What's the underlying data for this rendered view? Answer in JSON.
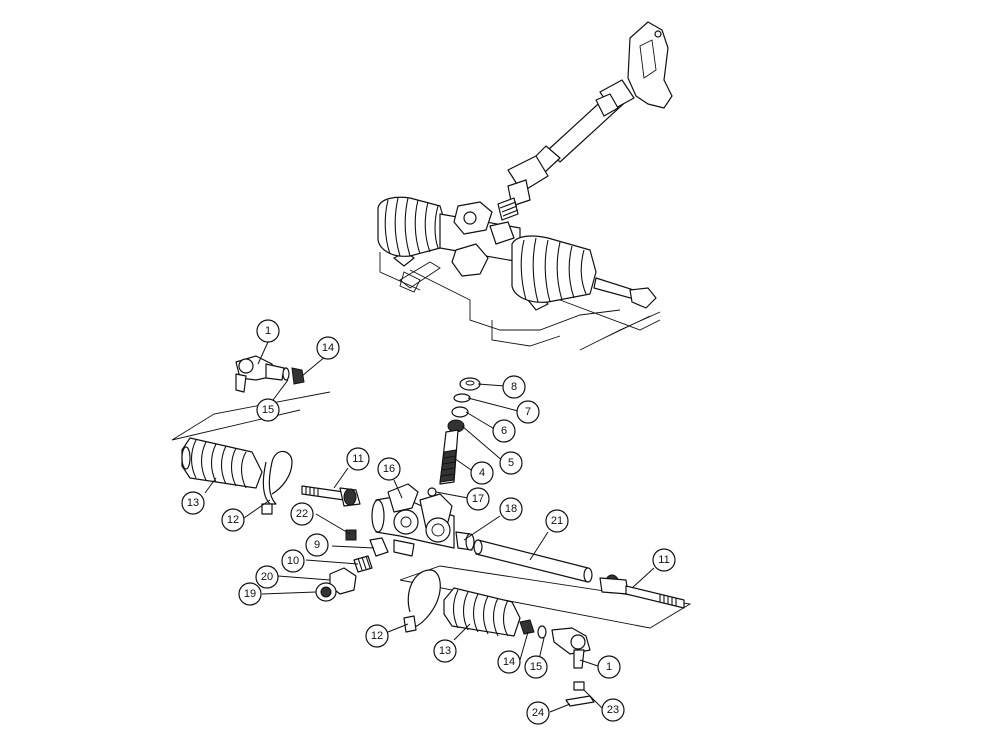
{
  "callouts": [
    {
      "id": "c1a",
      "label": "1"
    },
    {
      "id": "c14a",
      "label": "14"
    },
    {
      "id": "c15a",
      "label": "15"
    },
    {
      "id": "c8",
      "label": "8"
    },
    {
      "id": "c7",
      "label": "7"
    },
    {
      "id": "c6",
      "label": "6"
    },
    {
      "id": "c5",
      "label": "5"
    },
    {
      "id": "c4",
      "label": "4"
    },
    {
      "id": "c17",
      "label": "17"
    },
    {
      "id": "c13a",
      "label": "13"
    },
    {
      "id": "c12a",
      "label": "12"
    },
    {
      "id": "c11a",
      "label": "11"
    },
    {
      "id": "c16",
      "label": "16"
    },
    {
      "id": "c18",
      "label": "18"
    },
    {
      "id": "c22",
      "label": "22"
    },
    {
      "id": "c9",
      "label": "9"
    },
    {
      "id": "c10",
      "label": "10"
    },
    {
      "id": "c20",
      "label": "20"
    },
    {
      "id": "c19",
      "label": "19"
    },
    {
      "id": "c21",
      "label": "21"
    },
    {
      "id": "c11b",
      "label": "11"
    },
    {
      "id": "c12b",
      "label": "12"
    },
    {
      "id": "c13b",
      "label": "13"
    },
    {
      "id": "c14b",
      "label": "14"
    },
    {
      "id": "c15b",
      "label": "15"
    },
    {
      "id": "c1b",
      "label": "1"
    },
    {
      "id": "c24",
      "label": "24"
    },
    {
      "id": "c23",
      "label": "23"
    }
  ]
}
